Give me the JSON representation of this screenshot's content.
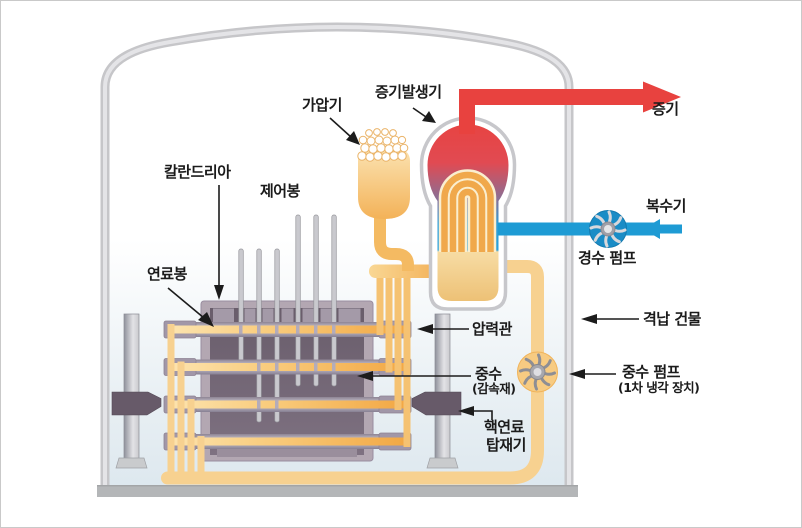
{
  "diagram": {
    "labels": {
      "pressurizer": "가압기",
      "steam_generator": "증기발생기",
      "steam": "증기",
      "condenser": "복수기",
      "light_water_pump": "경수 펌프",
      "calandria": "칼란드리아",
      "control_rod": "제어봉",
      "fuel_rod": "연료봉",
      "pressure_tube": "압력관",
      "containment_building": "격납 건물",
      "heavy_water": "중수",
      "heavy_water_sub": "(감속재)",
      "heavy_water_pump": "중수 펌프",
      "heavy_water_pump_sub": "(1차 냉각 장치)",
      "fuel_loader_line1": "핵연료",
      "fuel_loader_line2": "탑재기"
    },
    "colors": {
      "steam_pipe_red": "#e8423f",
      "feedwater_pipe_blue": "#1e9bd4",
      "coolant_pipe_orange": "#f3b158",
      "coolant_pipe_light": "#f7d190",
      "calandria_body": "#746877",
      "label_text": "#1b1b1b"
    }
  }
}
